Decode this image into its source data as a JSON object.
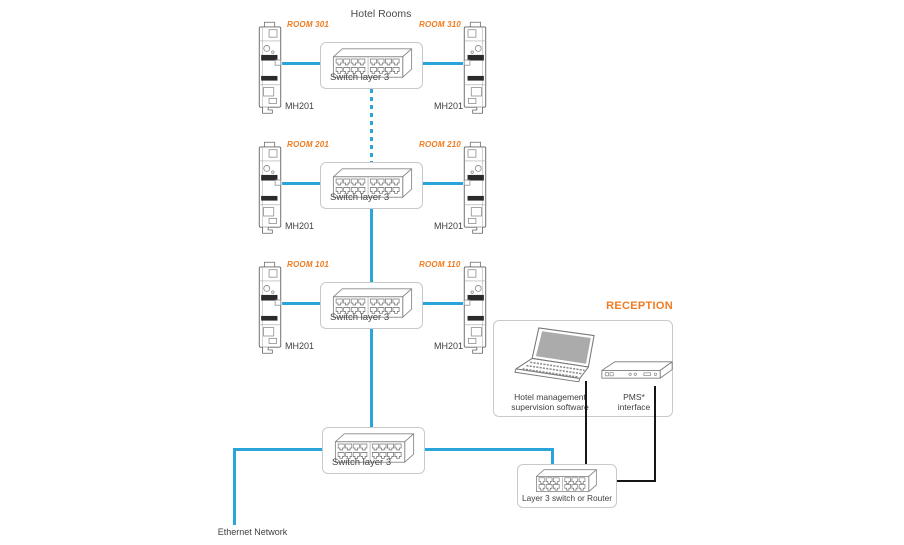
{
  "title": "Hotel Rooms",
  "floors": [
    {
      "left_room": "ROOM 301",
      "right_room": "ROOM 310",
      "left_model": "MH201",
      "right_model": "MH201",
      "switch_label": "Switch layer 3"
    },
    {
      "left_room": "ROOM 201",
      "right_room": "ROOM 210",
      "left_model": "MH201",
      "right_model": "MH201",
      "switch_label": "Switch layer 3"
    },
    {
      "left_room": "ROOM 101",
      "right_room": "ROOM 110",
      "left_model": "MH201",
      "right_model": "MH201",
      "switch_label": "Switch layer 3"
    }
  ],
  "backbone_switch_label": "Switch layer 3",
  "ethernet_label": "Ethernet Network",
  "reception": {
    "title": "RECEPTION",
    "laptop_line1": "Hotel management",
    "laptop_line2": "supervision software",
    "pms_line1": "PMS*",
    "pms_line2": "interface"
  },
  "router_label": "Layer 3 switch or Router",
  "colors": {
    "link_blue": "#2ba4d9",
    "accent_orange": "#ef7c22",
    "cable_black": "#161616"
  },
  "icons": {
    "din_module": "din-rail-controller-icon",
    "switch_16port": "ethernet-switch-16port-icon",
    "switch_12port": "ethernet-switch-12port-icon",
    "laptop": "laptop-icon",
    "pms_unit": "rack-interface-unit-icon"
  }
}
